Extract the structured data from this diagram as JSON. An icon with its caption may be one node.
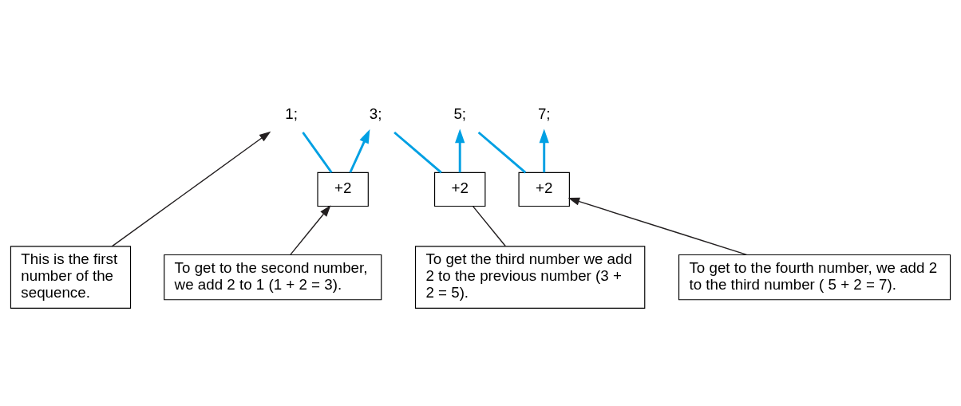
{
  "diagram": {
    "nodes": [
      {
        "text": [
          "1;"
        ]
      },
      {
        "text": [
          "3;"
        ]
      },
      {
        "text": [
          "5;"
        ]
      },
      {
        "text": [
          "7;"
        ]
      },
      {
        "text": [
          "+2"
        ]
      },
      {
        "text": [
          "+2"
        ]
      },
      {
        "text": [
          "+2"
        ]
      },
      {
        "text": [
          "This is the first number of the sequence."
        ]
      },
      {
        "text": [
          "To get to the second number, we add 2 to 1 (1 + 2 = 3)."
        ]
      },
      {
        "text": [
          "To get the third number we add 2 to the previous number (3 + 2 = 5)."
        ]
      },
      {
        "text": [
          "To get to the fourth number, we add 2 to the third number ( 5 + 2 = 7)."
        ]
      }
    ],
    "edges": [
      {
        "from": 0,
        "to": 4,
        "arrow": "none"
      },
      {
        "from": 4,
        "to": 1,
        "arrow": "to"
      },
      {
        "from": 1,
        "to": 5,
        "arrow": "none"
      },
      {
        "from": 5,
        "to": 2,
        "arrow": "to"
      },
      {
        "from": 2,
        "to": 6,
        "arrow": "none"
      },
      {
        "from": 6,
        "to": 3,
        "arrow": "to"
      },
      {
        "from": 7,
        "to": 0,
        "arrow": "to",
        "color": "#231f20"
      },
      {
        "from": 8,
        "to": 4,
        "arrow": "to",
        "color": "#231f20"
      },
      {
        "from": 9,
        "to": 5,
        "arrow": "none",
        "color": "#231f20"
      },
      {
        "from": 10,
        "to": 6,
        "arrow": "to",
        "color": "#231f20"
      }
    ]
  }
}
